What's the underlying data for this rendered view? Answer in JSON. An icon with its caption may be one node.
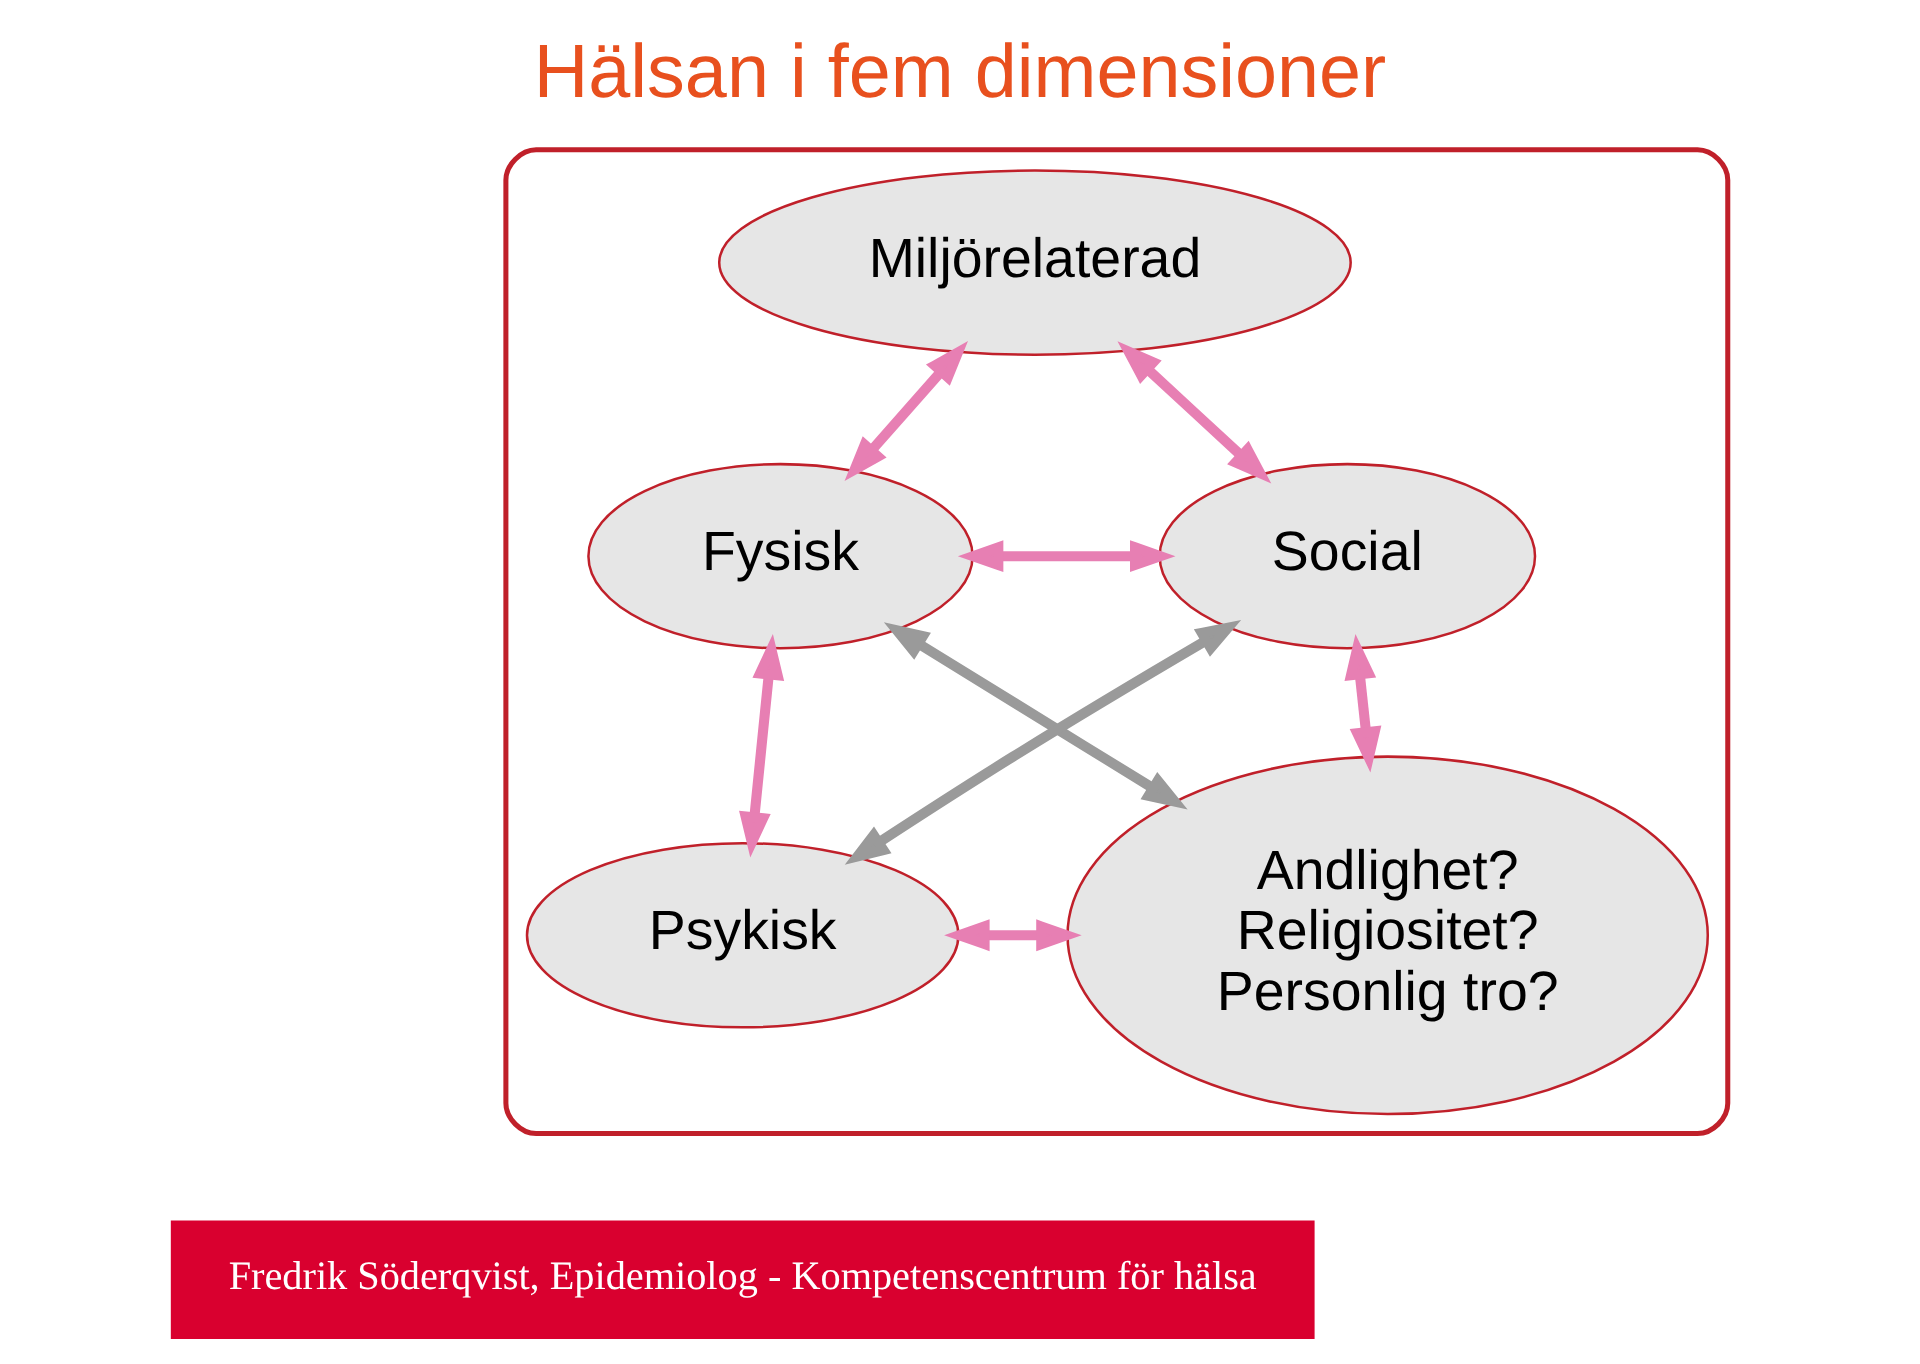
{
  "diagram": {
    "title": "Hälsan i fem dimensioner",
    "nodes": [
      {
        "text": [],
        "shape": "ellipse"
      },
      {
        "text": [
          "Miljörelaterad"
        ],
        "in": 0
      },
      {
        "text": [
          "Fysisk"
        ],
        "in": 0
      },
      {
        "text": [
          "Social"
        ],
        "in": 0
      },
      {
        "text": [
          "Psykisk"
        ],
        "in": 0
      },
      {
        "text": [
          "Andlighet?",
          "Religiositet?",
          "Personlig tro?"
        ],
        "in": 0
      }
    ],
    "edges": [
      {
        "from": 1,
        "to": 2,
        "arrow": "both",
        "color": "#e77fb3"
      },
      {
        "from": 1,
        "to": 3,
        "arrow": "both",
        "color": "#e77fb3"
      },
      {
        "from": 2,
        "to": 3,
        "arrow": "both",
        "color": "#e77fb3"
      },
      {
        "from": 2,
        "to": 4,
        "arrow": "both",
        "color": "#e77fb3"
      },
      {
        "from": 3,
        "to": 5,
        "arrow": "both",
        "color": "#e77fb3"
      },
      {
        "from": 4,
        "to": 5,
        "arrow": "both",
        "color": "#e77fb3"
      },
      {
        "from": 2,
        "to": 5,
        "arrow": "both",
        "color": "#9a9a9a"
      },
      {
        "from": 3,
        "to": 4,
        "arrow": "both",
        "color": "#9a9a9a"
      }
    ],
    "labels": [
      "Fredrik Söderqvist, Epidemiolog - Kompetenscentrum för hälsa"
    ]
  }
}
